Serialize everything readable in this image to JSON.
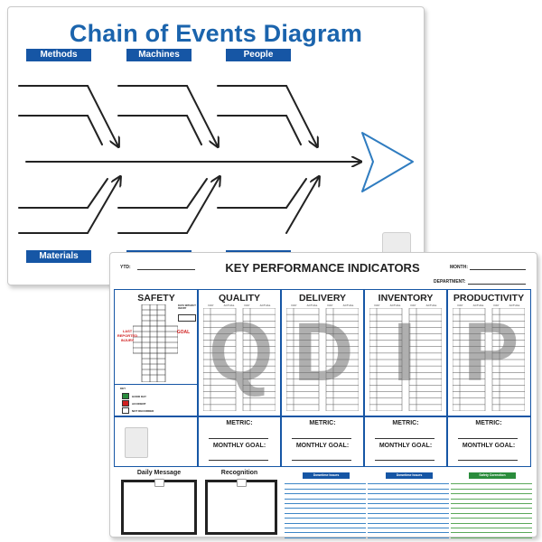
{
  "fishbone": {
    "title": "Chain of Events Diagram",
    "categories": {
      "methods": "Methods",
      "machines": "Machines",
      "people": "People",
      "materials": "Materials"
    },
    "colors": {
      "title": "#1b64ad",
      "label_bg": "#1656a5",
      "head_arrow": "#2f7cc0"
    }
  },
  "kpi": {
    "title": "KEY PERFORMANCE INDICATORS",
    "ytd_label": "YTD:",
    "month_label": "MONTH:",
    "department_label": "DEPARTMENT:",
    "panels": {
      "safety": {
        "heading": "SAFETY",
        "days_label": "DAYS WITHOUT INJURY",
        "last_reported": "LAST REPORTED INJURY",
        "goal": "GOAL",
        "key_label": "KEY",
        "legend": [
          "GOOD DAY",
          "ACCIDENT",
          "NOT RECORDED"
        ]
      },
      "quality": {
        "heading": "QUALITY",
        "letter": "Q"
      },
      "delivery": {
        "heading": "DELIVERY",
        "letter": "D"
      },
      "inventory": {
        "heading": "INVENTORY",
        "letter": "I"
      },
      "productivity": {
        "heading": "PRODUCTIVITY",
        "letter": "P"
      }
    },
    "col_headers": [
      "DAY",
      "ACTUAL",
      "DAY",
      "ACTUAL"
    ],
    "metric_label": "METRIC:",
    "monthly_goal_label": "MONTHLY GOAL:",
    "daily_message": "Daily Message",
    "recognition": "Recognition",
    "note_tags": [
      "Downtime Issues",
      "Downtime Issues",
      "Safety Correction"
    ],
    "colors": {
      "panel_border": "#1656a5",
      "tag_blue": "#1656a5",
      "tag_green": "#2a8c3c",
      "red": "#d02020"
    }
  }
}
